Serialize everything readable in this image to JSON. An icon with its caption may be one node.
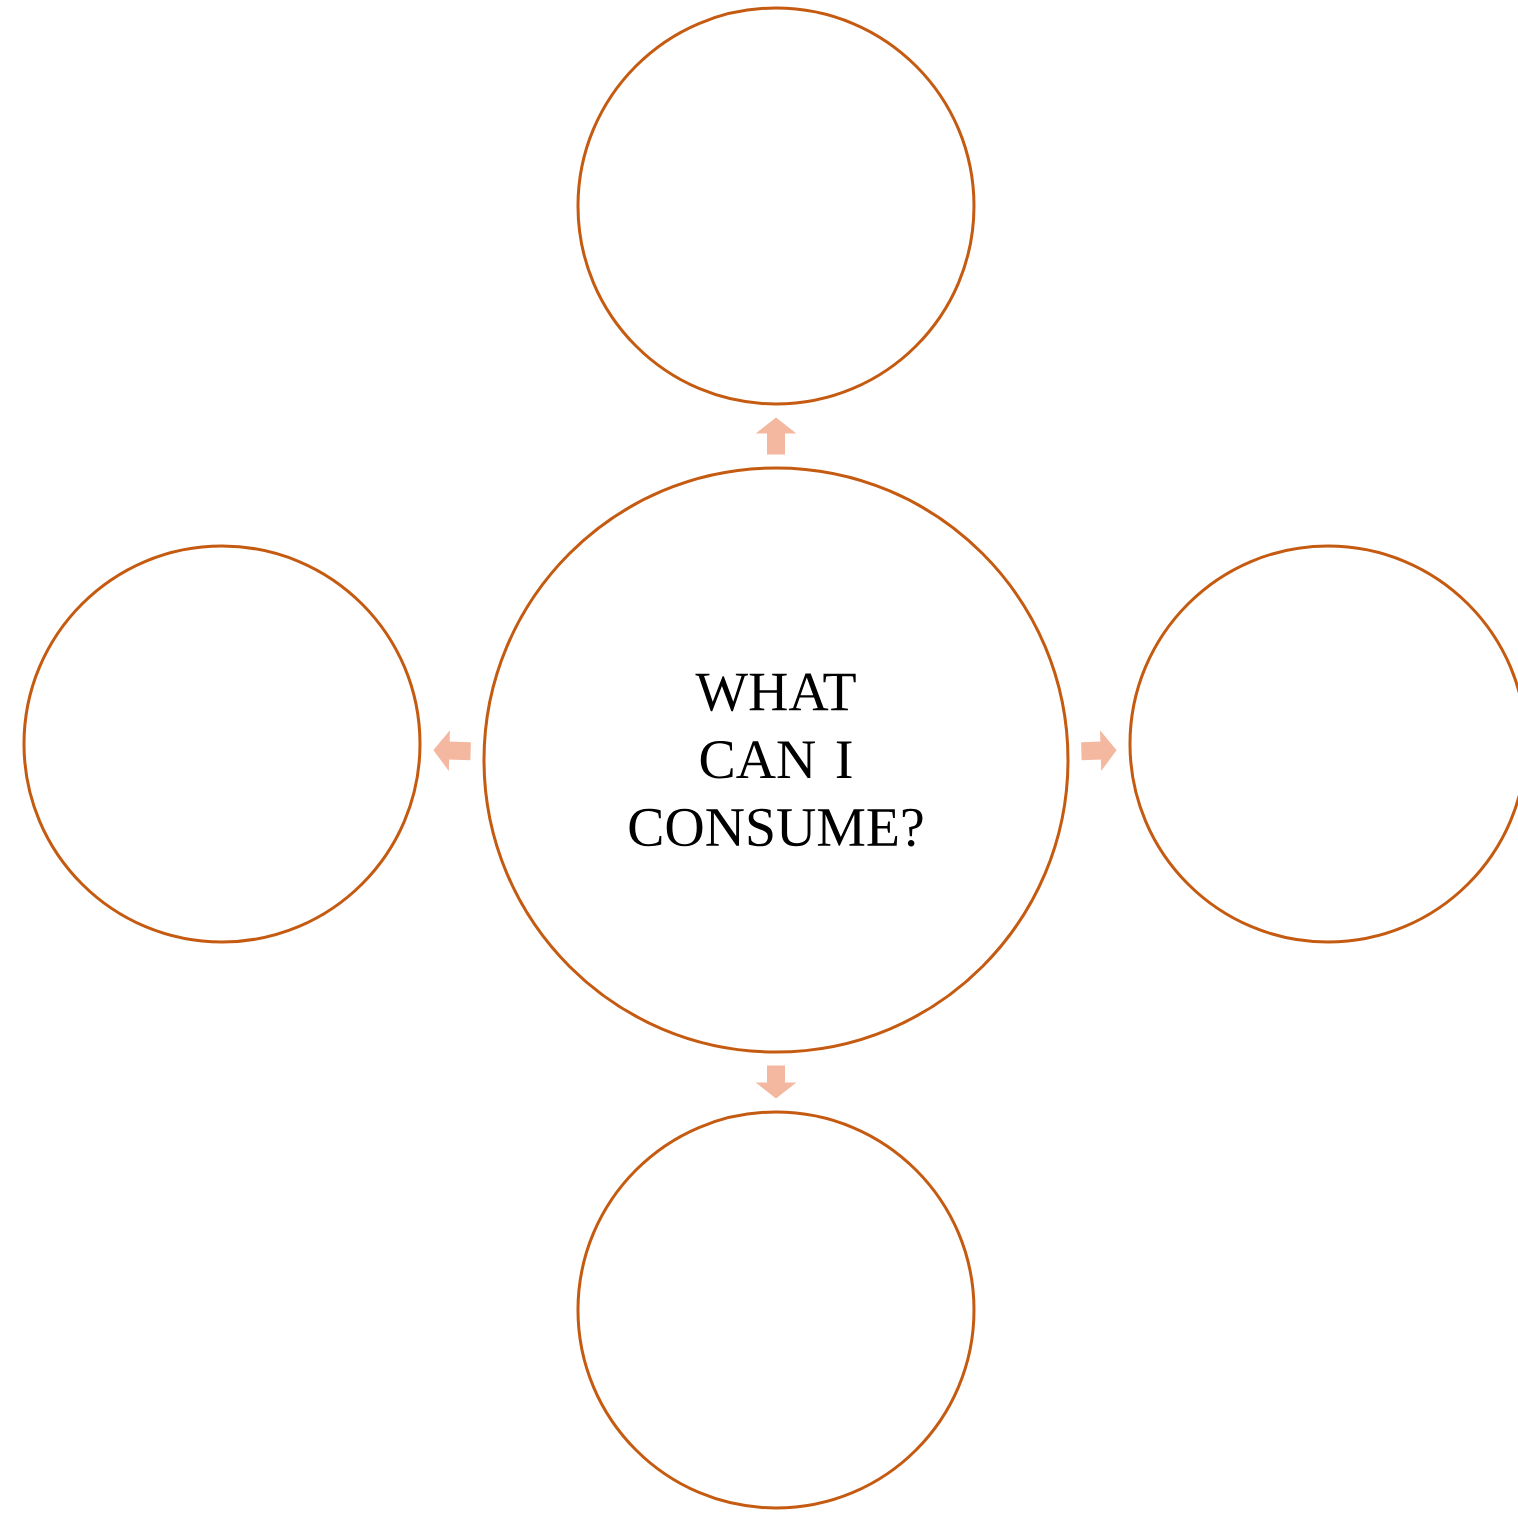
{
  "diagram": {
    "nodes": [
      {
        "text": [
          "WHAT CAN I CONSUME?"
        ]
      },
      {
        "text": [],
        "shape": "circle"
      },
      {
        "text": [],
        "shape": "circle"
      },
      {
        "text": [],
        "shape": "circle"
      },
      {
        "text": [],
        "shape": "circle"
      }
    ],
    "edges": [
      {
        "from": 0,
        "to": 1,
        "arrow": "to"
      },
      {
        "from": 0,
        "to": 2,
        "arrow": "to"
      },
      {
        "from": 0,
        "to": 3,
        "arrow": "to"
      },
      {
        "from": 0,
        "to": 4,
        "arrow": "to"
      }
    ]
  }
}
